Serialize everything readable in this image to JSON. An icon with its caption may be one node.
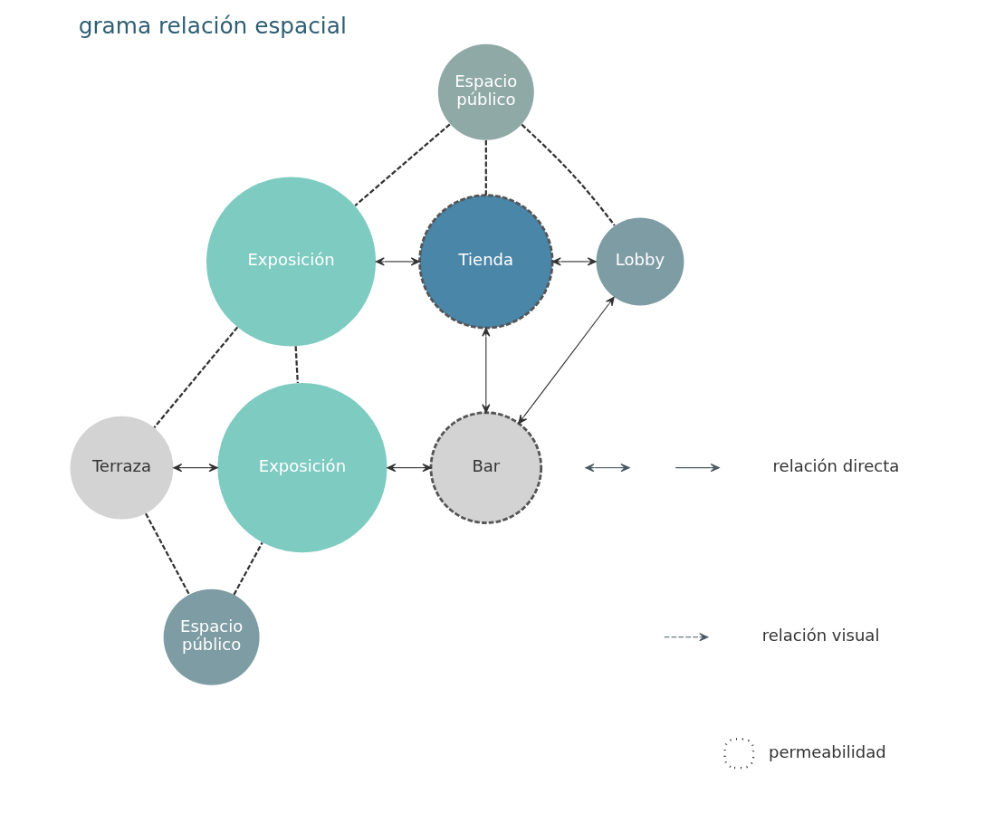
{
  "diagram": {
    "title": "grama relación espacial",
    "nodes": [
      {
        "text": [
          "Espacio público"
        ]
      },
      {
        "text": [
          "Exposición"
        ]
      },
      {
        "text": [
          "Tienda"
        ]
      },
      {
        "text": [
          "Lobby"
        ]
      },
      {
        "text": [
          "Terraza"
        ]
      },
      {
        "text": [
          "Exposición"
        ]
      },
      {
        "text": [
          "Bar"
        ]
      },
      {
        "text": [
          "Espacio público"
        ]
      }
    ],
    "edges": [
      {
        "from": 0,
        "to": 1,
        "arrow": "none",
        "style": "dashed"
      },
      {
        "from": 0,
        "to": 2,
        "arrow": "none",
        "style": "dashed"
      },
      {
        "from": 0,
        "to": 3,
        "arrow": "none",
        "style": "dashed"
      },
      {
        "from": 1,
        "to": 2,
        "arrow": "both"
      },
      {
        "from": 2,
        "to": 3,
        "arrow": "both"
      },
      {
        "from": 2,
        "to": 6,
        "arrow": "both"
      },
      {
        "from": 3,
        "to": 6,
        "arrow": "both"
      },
      {
        "from": 1,
        "to": 4,
        "arrow": "none",
        "style": "dashed"
      },
      {
        "from": 1,
        "to": 5,
        "arrow": "none",
        "style": "dashed"
      },
      {
        "from": 4,
        "to": 5,
        "arrow": "both"
      },
      {
        "from": 5,
        "to": 6,
        "arrow": "both"
      },
      {
        "from": 4,
        "to": 7,
        "arrow": "none",
        "style": "dashed"
      },
      {
        "from": 7,
        "to": 5,
        "arrow": "none",
        "style": "dashed"
      }
    ],
    "legend": [
      {
        "text": "relación directa"
      },
      {
        "text": "relación visual"
      },
      {
        "text": "permeabilidad"
      }
    ]
  }
}
